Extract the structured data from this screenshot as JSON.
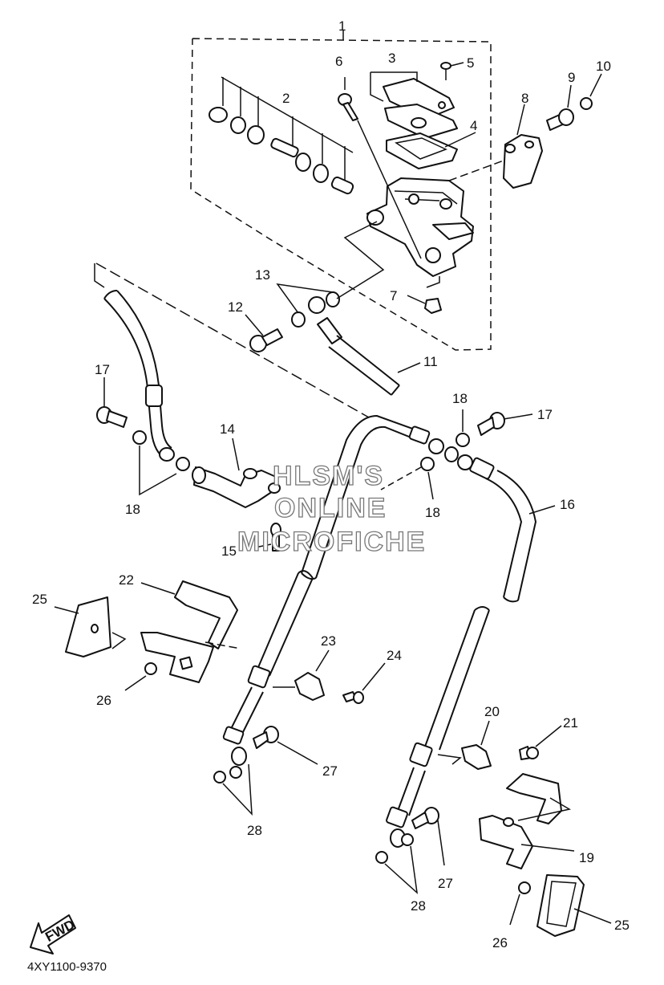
{
  "callouts": {
    "c1": "1",
    "c2": "2",
    "c3": "3",
    "c4": "4",
    "c5": "5",
    "c6": "6",
    "c7": "7",
    "c8": "8",
    "c9": "9",
    "c10": "10",
    "c11": "11",
    "c12": "12",
    "c13": "13",
    "c14": "14",
    "c15": "15",
    "c16": "16",
    "c17a": "17",
    "c17b": "17",
    "c18a": "18",
    "c18b": "18",
    "c18c": "18",
    "c19": "19",
    "c20": "20",
    "c21": "21",
    "c22": "22",
    "c23": "23",
    "c24": "24",
    "c25a": "25",
    "c25b": "25",
    "c26a": "26",
    "c26b": "26",
    "c27a": "27",
    "c27b": "27",
    "c28a": "28",
    "c28b": "28"
  },
  "watermark": {
    "line1": "HLSM'S",
    "line2": "ONLINE",
    "line3": "MICROFICHE"
  },
  "fwd_label": "FWD",
  "document_code": "4XY1100-9370"
}
